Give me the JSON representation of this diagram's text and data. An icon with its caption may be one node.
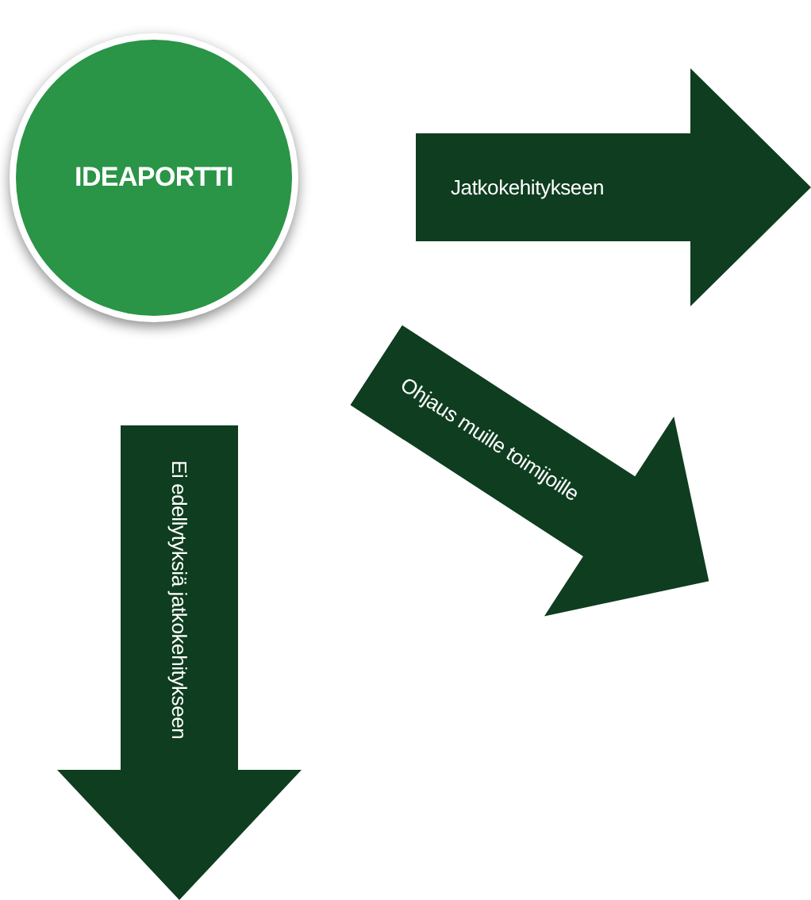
{
  "diagram": {
    "nodes": [
      {
        "text": [
          "IDEAPORTTI"
        ]
      },
      {
        "text": [
          "Jatkokehitykseen"
        ]
      },
      {
        "text": [
          "Ohjaus muille toimijoille"
        ]
      },
      {
        "text": [
          "Ei edellytyksiä jatkokehitykseen"
        ]
      }
    ]
  }
}
